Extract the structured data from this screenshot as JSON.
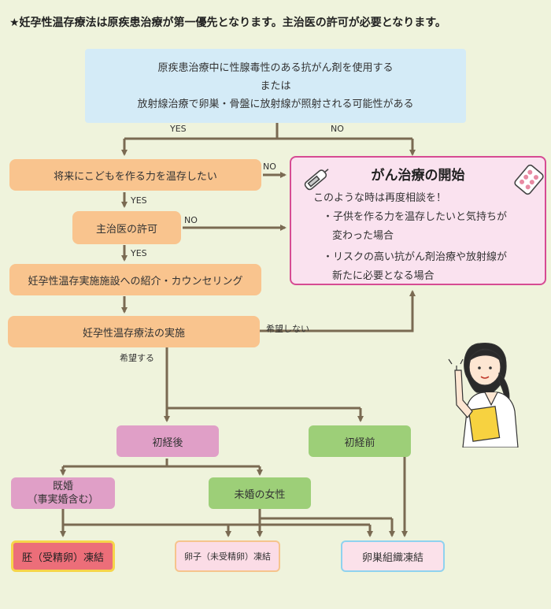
{
  "title": "★妊孕性温存療法は原疾患治療が第一優先となります。主治医の許可が必要となります。",
  "top_box": {
    "line1": "原疾患治療中に性腺毒性のある抗がん剤を使用する",
    "line2": "または",
    "line3": "放射線治療で卵巣・骨盤に放射線が照射される可能性がある"
  },
  "edge_labels": {
    "top_yes": "YES",
    "top_no": "NO",
    "q1_no": "NO",
    "q1_yes": "YES",
    "perm_no": "NO",
    "perm_yes": "YES",
    "no_wish": "希望しない",
    "wish": "希望する"
  },
  "steps": {
    "q1": "将来にこどもを作る力を温存したい",
    "permission": "主治医の許可",
    "referral": "妊孕性温存実施施設への紹介・カウンセリング",
    "implement": "妊孕性温存療法の実施"
  },
  "cancer_box": {
    "title": "がん治療の開始",
    "subtitle": "このような時は再度相談を！",
    "bullet1_a": "・子供を作る力を温存したいと気持ちが",
    "bullet1_b": "変わった場合",
    "bullet2_a": "・リスクの高い抗がん剤治療や放射線が",
    "bullet2_b": "新たに必要となる場合",
    "icons": [
      "thermometer-icon",
      "pill-pack-icon"
    ]
  },
  "branches": {
    "post_menarche": "初経後",
    "pre_menarche": "初経前",
    "married": "既婚",
    "married_sub": "（事実婚含む）",
    "unmarried": "未婚の女性"
  },
  "outcomes": {
    "embryo": "胚（受精卵）凍結",
    "oocyte": "卵子（未受精卵）凍結",
    "ovarian": "卵巣組織凍結"
  },
  "colors": {
    "background": "#eff3dc",
    "orange_box": "#f9c48e",
    "blue_box": "#d4ebf7",
    "pink_box": "#fae2ef",
    "pink_border": "#d64b93",
    "purple_box": "#e09fc7",
    "green_box": "#9dcf78",
    "embryo_fill": "#ec6e79",
    "embryo_border": "#f6d54a",
    "oocyte_fill": "#fbdce6",
    "oocyte_border": "#f6c48d",
    "ovarian_fill": "#fbe1ea",
    "ovarian_border": "#8fd2ef",
    "arrow": "#7a6a52"
  }
}
